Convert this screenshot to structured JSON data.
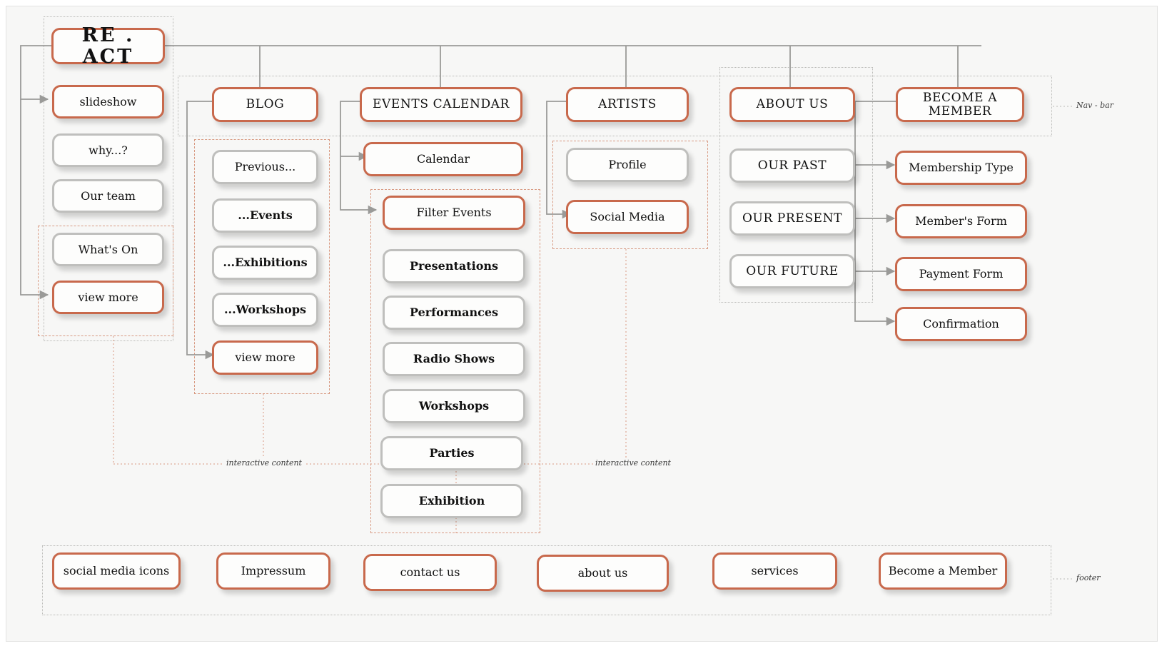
{
  "diagram": {
    "title": "RE . ACT sitemap",
    "colors": {
      "accent": "#c8694c",
      "neutral": "#bfbfbd",
      "frame_gray": "#b9b9b6",
      "frame_orange": "#d89a82",
      "canvas": "#f7f7f6"
    }
  },
  "logo": {
    "label": "RE . ACT"
  },
  "annotations": {
    "nav_bar": "Nav - bar",
    "footer": "footer",
    "interactive_left": "interactive content",
    "interactive_right": "interactive content"
  },
  "nav": [
    {
      "label": "BLOG"
    },
    {
      "label": "EVENTS CALENDAR"
    },
    {
      "label": "ARTISTS"
    },
    {
      "label": "ABOUT US"
    },
    {
      "label": "BECOME A MEMBER"
    }
  ],
  "home_column": [
    {
      "label": "slideshow",
      "accent": true
    },
    {
      "label": "why...?",
      "accent": false
    },
    {
      "label": "Our team",
      "accent": false
    },
    {
      "label": "What's On",
      "accent": false
    },
    {
      "label": "view more",
      "accent": true
    }
  ],
  "blog_column": [
    {
      "label": "Previous...",
      "accent": false
    },
    {
      "label": "...Events",
      "accent": false
    },
    {
      "label": "...Exhibitions",
      "accent": false
    },
    {
      "label": "...Workshops",
      "accent": false
    },
    {
      "label": "view more",
      "accent": true
    }
  ],
  "events_column": [
    {
      "label": "Calendar",
      "accent": true
    },
    {
      "label": "Filter Events",
      "accent": true
    },
    {
      "label": "Presentations",
      "accent": false
    },
    {
      "label": "Performances",
      "accent": false
    },
    {
      "label": "Radio Shows",
      "accent": false
    },
    {
      "label": "Workshops",
      "accent": false
    },
    {
      "label": "Parties",
      "accent": false
    },
    {
      "label": "Exhibition",
      "accent": false
    }
  ],
  "artists_column": [
    {
      "label": "Profile",
      "accent": false
    },
    {
      "label": "Social Media",
      "accent": true
    }
  ],
  "about_column": [
    {
      "label": "OUR PAST",
      "accent": false
    },
    {
      "label": "OUR PRESENT",
      "accent": false
    },
    {
      "label": "OUR FUTURE",
      "accent": false
    }
  ],
  "member_column": [
    {
      "label": "Membership Type",
      "accent": true
    },
    {
      "label": "Member's Form",
      "accent": true
    },
    {
      "label": "Payment Form",
      "accent": true
    },
    {
      "label": "Confirmation",
      "accent": true
    }
  ],
  "footer_items": [
    {
      "label": "social media icons"
    },
    {
      "label": "Impressum"
    },
    {
      "label": "contact us"
    },
    {
      "label": "about us"
    },
    {
      "label": "services"
    },
    {
      "label": "Become a Member"
    }
  ]
}
